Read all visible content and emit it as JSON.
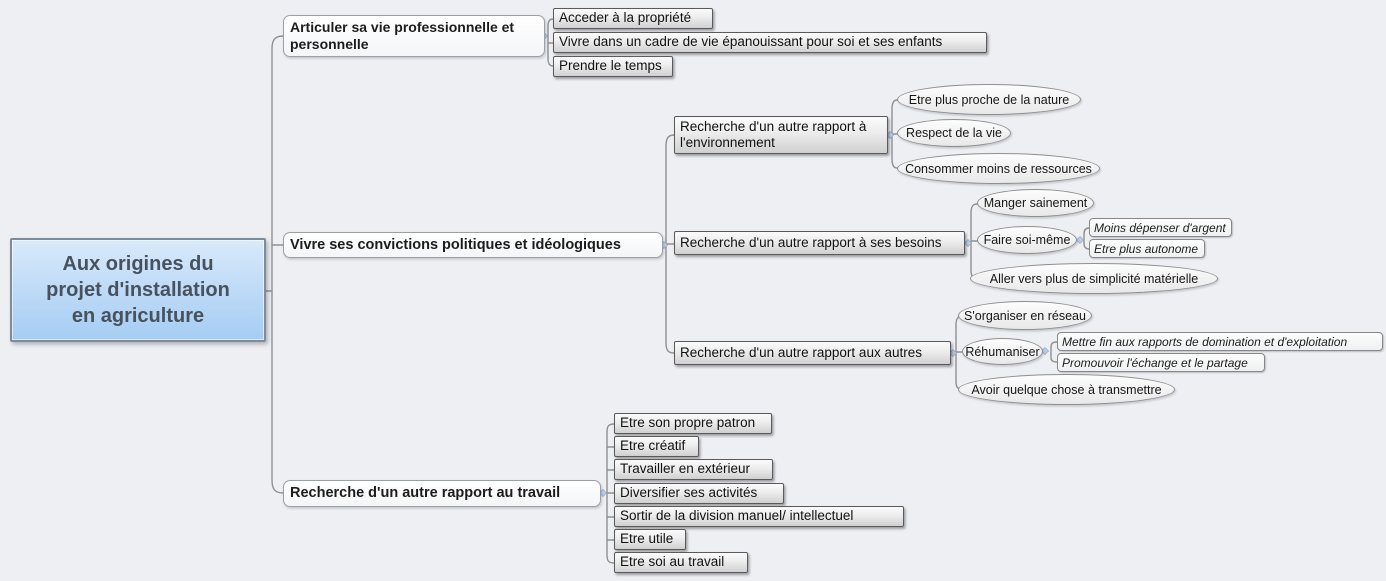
{
  "title": "Carte mentale : Aux origines du projet d'installation en agriculture",
  "root": {
    "label": "Aux origines du projet d'installation en agriculture",
    "lines": [
      "Aux origines du",
      "projet d'installation",
      "en agriculture"
    ]
  },
  "branches": [
    {
      "label": "Articuler sa  vie professionnelle et personnelle",
      "children": [
        {
          "label": "Acceder à la propriété"
        },
        {
          "label": "Vivre dans un cadre de vie épanouissant pour soi et ses enfants"
        },
        {
          "label": "Prendre le temps"
        }
      ]
    },
    {
      "label": "Vivre ses convictions politiques et idéologiques",
      "children": [
        {
          "label": "Recherche d'un autre rapport à l'environnement",
          "children": [
            {
              "label": "Etre plus proche de la nature"
            },
            {
              "label": "Respect de la vie"
            },
            {
              "label": "Consommer moins de ressources"
            }
          ]
        },
        {
          "label": "Recherche d'un autre rapport à ses besoins",
          "children": [
            {
              "label": "Manger sainement"
            },
            {
              "label": "Faire soi-même",
              "children": [
                {
                  "label": "Moins dépenser d'argent"
                },
                {
                  "label": "Etre plus autonome"
                }
              ]
            },
            {
              "label": "Aller vers plus de simplicité matérielle"
            }
          ]
        },
        {
          "label": "Recherche d'un autre rapport aux autres",
          "children": [
            {
              "label": "S'organiser en réseau"
            },
            {
              "label": "Réhumaniser",
              "children": [
                {
                  "label": "Mettre fin aux rapports de domination et d'exploitation"
                },
                {
                  "label": "Promouvoir l'échange et le partage"
                }
              ]
            },
            {
              "label": "Avoir quelque chose à transmettre"
            }
          ]
        }
      ]
    },
    {
      "label": "Recherche d'un autre rapport au travail",
      "children": [
        {
          "label": "Etre son propre patron"
        },
        {
          "label": "Etre créatif"
        },
        {
          "label": "Travailler en extérieur"
        },
        {
          "label": "Diversifier ses activités"
        },
        {
          "label": "Sortir de la division manuel/ intellectuel"
        },
        {
          "label": "Etre utile"
        },
        {
          "label": "Etre soi au travail"
        }
      ]
    }
  ],
  "colors": {
    "background": "#edeff3",
    "root_fill_top": "#d9eafb",
    "root_fill_bottom": "#a5cdf2",
    "root_text": "#47525e",
    "gray_node_top": "#fbfbfb",
    "gray_node_bottom": "#d0d0d0",
    "connector": "#909090",
    "junction_diamond": "#b9cee8"
  }
}
